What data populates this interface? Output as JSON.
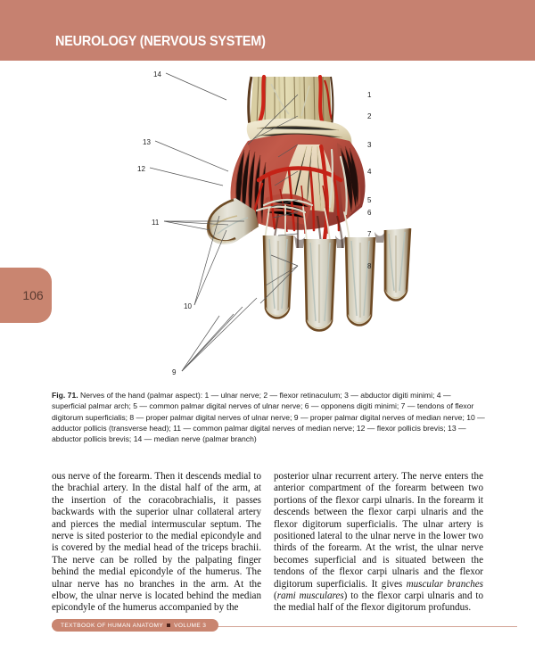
{
  "header": {
    "title": "NEUROLOGY (NERVOUS SYSTEM)",
    "band_color": "#c68170"
  },
  "page_tab": {
    "number": "106",
    "color": "#c98570"
  },
  "figure": {
    "alt_name": "nerves-of-the-hand-palmar-aspect",
    "number_labels": [
      "1",
      "2",
      "3",
      "4",
      "5",
      "6",
      "7",
      "8",
      "9",
      "10",
      "11",
      "12",
      "13",
      "14"
    ],
    "caption_label": "Fig. 71.",
    "caption_text": " Nerves of the hand (palmar aspect): 1 — ulnar nerve; 2 — flexor retinaculum; 3 — abductor digiti minimi; 4 — superficial palmar arch; 5 — common palmar digital nerves of ulnar nerve; 6 — opponens digiti minimi; 7 — tendons of flexor digitorum superficialis; 8 — proper palmar digital nerves of ulnar nerve; 9 — proper palmar digital nerves of median nerve; 10 — adductor pollicis (transverse head); 11 — common palmar digital nerves of median nerve; 12 — flexor pollicis brevis; 13 — abductor pollicis brevis; 14 — median nerve (palmar branch)"
  },
  "body": {
    "left_column_1": "ous nerve of the forearm. Then it descends medial to the brachial artery. In the distal half of the arm, at the insertion of the coracobrachialis, it passes backwards with the superior ulnar collateral artery and pierces the medial intermuscular septum. The nerve is sited posterior to the medial epicondyle and is covered by the medial head of the triceps brachii. The nerve can be rolled by the palpating finger behind the medial epicondyle of the humerus. The ulnar nerve has no branches in the arm. At the elbow, the ulnar nerve is located behind the median epicondyle of the humerus accompanied by the",
    "right_column_1": "posterior ulnar recurrent artery. The nerve enters the anterior compartment of the forearm between two portions of the flexor carpi ulnaris. In the forearm it descends between the flexor carpi ulnaris and the flexor digitorum superficialis. The ulnar artery is positioned lateral to the ulnar nerve in the lower two thirds of the forearm. At the wrist, the ulnar nerve becomes superficial and is situated between the tendons of the flexor carpi ulnaris and the flexor digitorum superficialis. It gives ",
    "right_column_italic_1": "muscular branches",
    "right_column_2": " (",
    "right_column_italic_2": "rami musculares",
    "right_column_3": ") to the flexor carpi ulnaris and to the medial half of the flexor digitorum profundus."
  },
  "footer": {
    "text_before": "TEXTBOOK OF HUMAN ANATOMY",
    "text_after": "VOLUME 3"
  }
}
